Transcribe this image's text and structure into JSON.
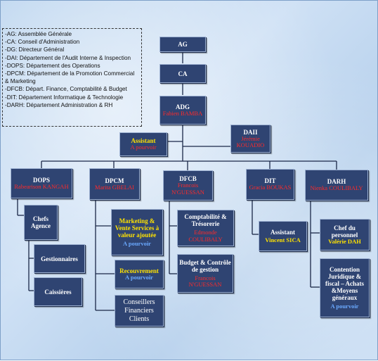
{
  "legend": {
    "lines": [
      "-AG: Assemblée Générale",
      "-CA: Conseil d'Administration",
      "-DG: Directeur Général",
      "-DAI: Département de l'Audit Interne & Inspection",
      "-DOPS: Département des Operations",
      "-DPCM: Département de la Promotion Commercial & Marketing",
      "-DFCB: Départ. Finance, Comptabilité & Budget",
      "-DIT: Département Informatique & Technologie",
      "-DARH: Département Administration & RH"
    ]
  },
  "boxes": {
    "ag": {
      "title": "AG"
    },
    "ca": {
      "title": "CA"
    },
    "adg": {
      "title": "ADG",
      "name": "Fabien BAMBA"
    },
    "assistant_top": {
      "title": "Assistant",
      "name": "A pourvoir"
    },
    "daii": {
      "title": "DAII",
      "name": "Jérémie KOUADIO"
    },
    "dops": {
      "title": "DOPS",
      "name": "Rabearison KANGAH"
    },
    "dpcm": {
      "title": "DPCM",
      "name": "Marita GBELAI"
    },
    "dfcb": {
      "title": "DFCB",
      "name": "Francois N'GUESSAN"
    },
    "dit": {
      "title": "DIT",
      "name": "Gracia BOUKAS"
    },
    "darh": {
      "title": "DARH",
      "name": "Nienka COULIBALY"
    },
    "chefs_agence": {
      "title": "Chefs Agence"
    },
    "gestionnaires": {
      "title": "Gestionnaires"
    },
    "caissieres": {
      "title": "Caissières"
    },
    "marketing": {
      "title": "Marketing & Vente Services à valeur ajoutée",
      "name": "A pourvoir"
    },
    "recouvrement": {
      "title": "Recouvrement",
      "name": "A pourvoir"
    },
    "conseillers": {
      "title": "Conseillers Financiers Clients"
    },
    "comptabilite": {
      "title": "Comptabilité & Trésorerie",
      "name": "Edmonde COULIBALY"
    },
    "budget": {
      "title": "Budget & Contrôle de gestion",
      "name": "Francois N'GUESSAN"
    },
    "assistant_dit": {
      "title": "Assistant",
      "name": "Vincent SICA"
    },
    "chef_personnel": {
      "title": "Chef du personnel",
      "name": "Valérie DAH"
    },
    "contention": {
      "title": "Contention Juridique & fiscal – Achats &Moyens généraux",
      "name": "A pourvoir"
    }
  }
}
